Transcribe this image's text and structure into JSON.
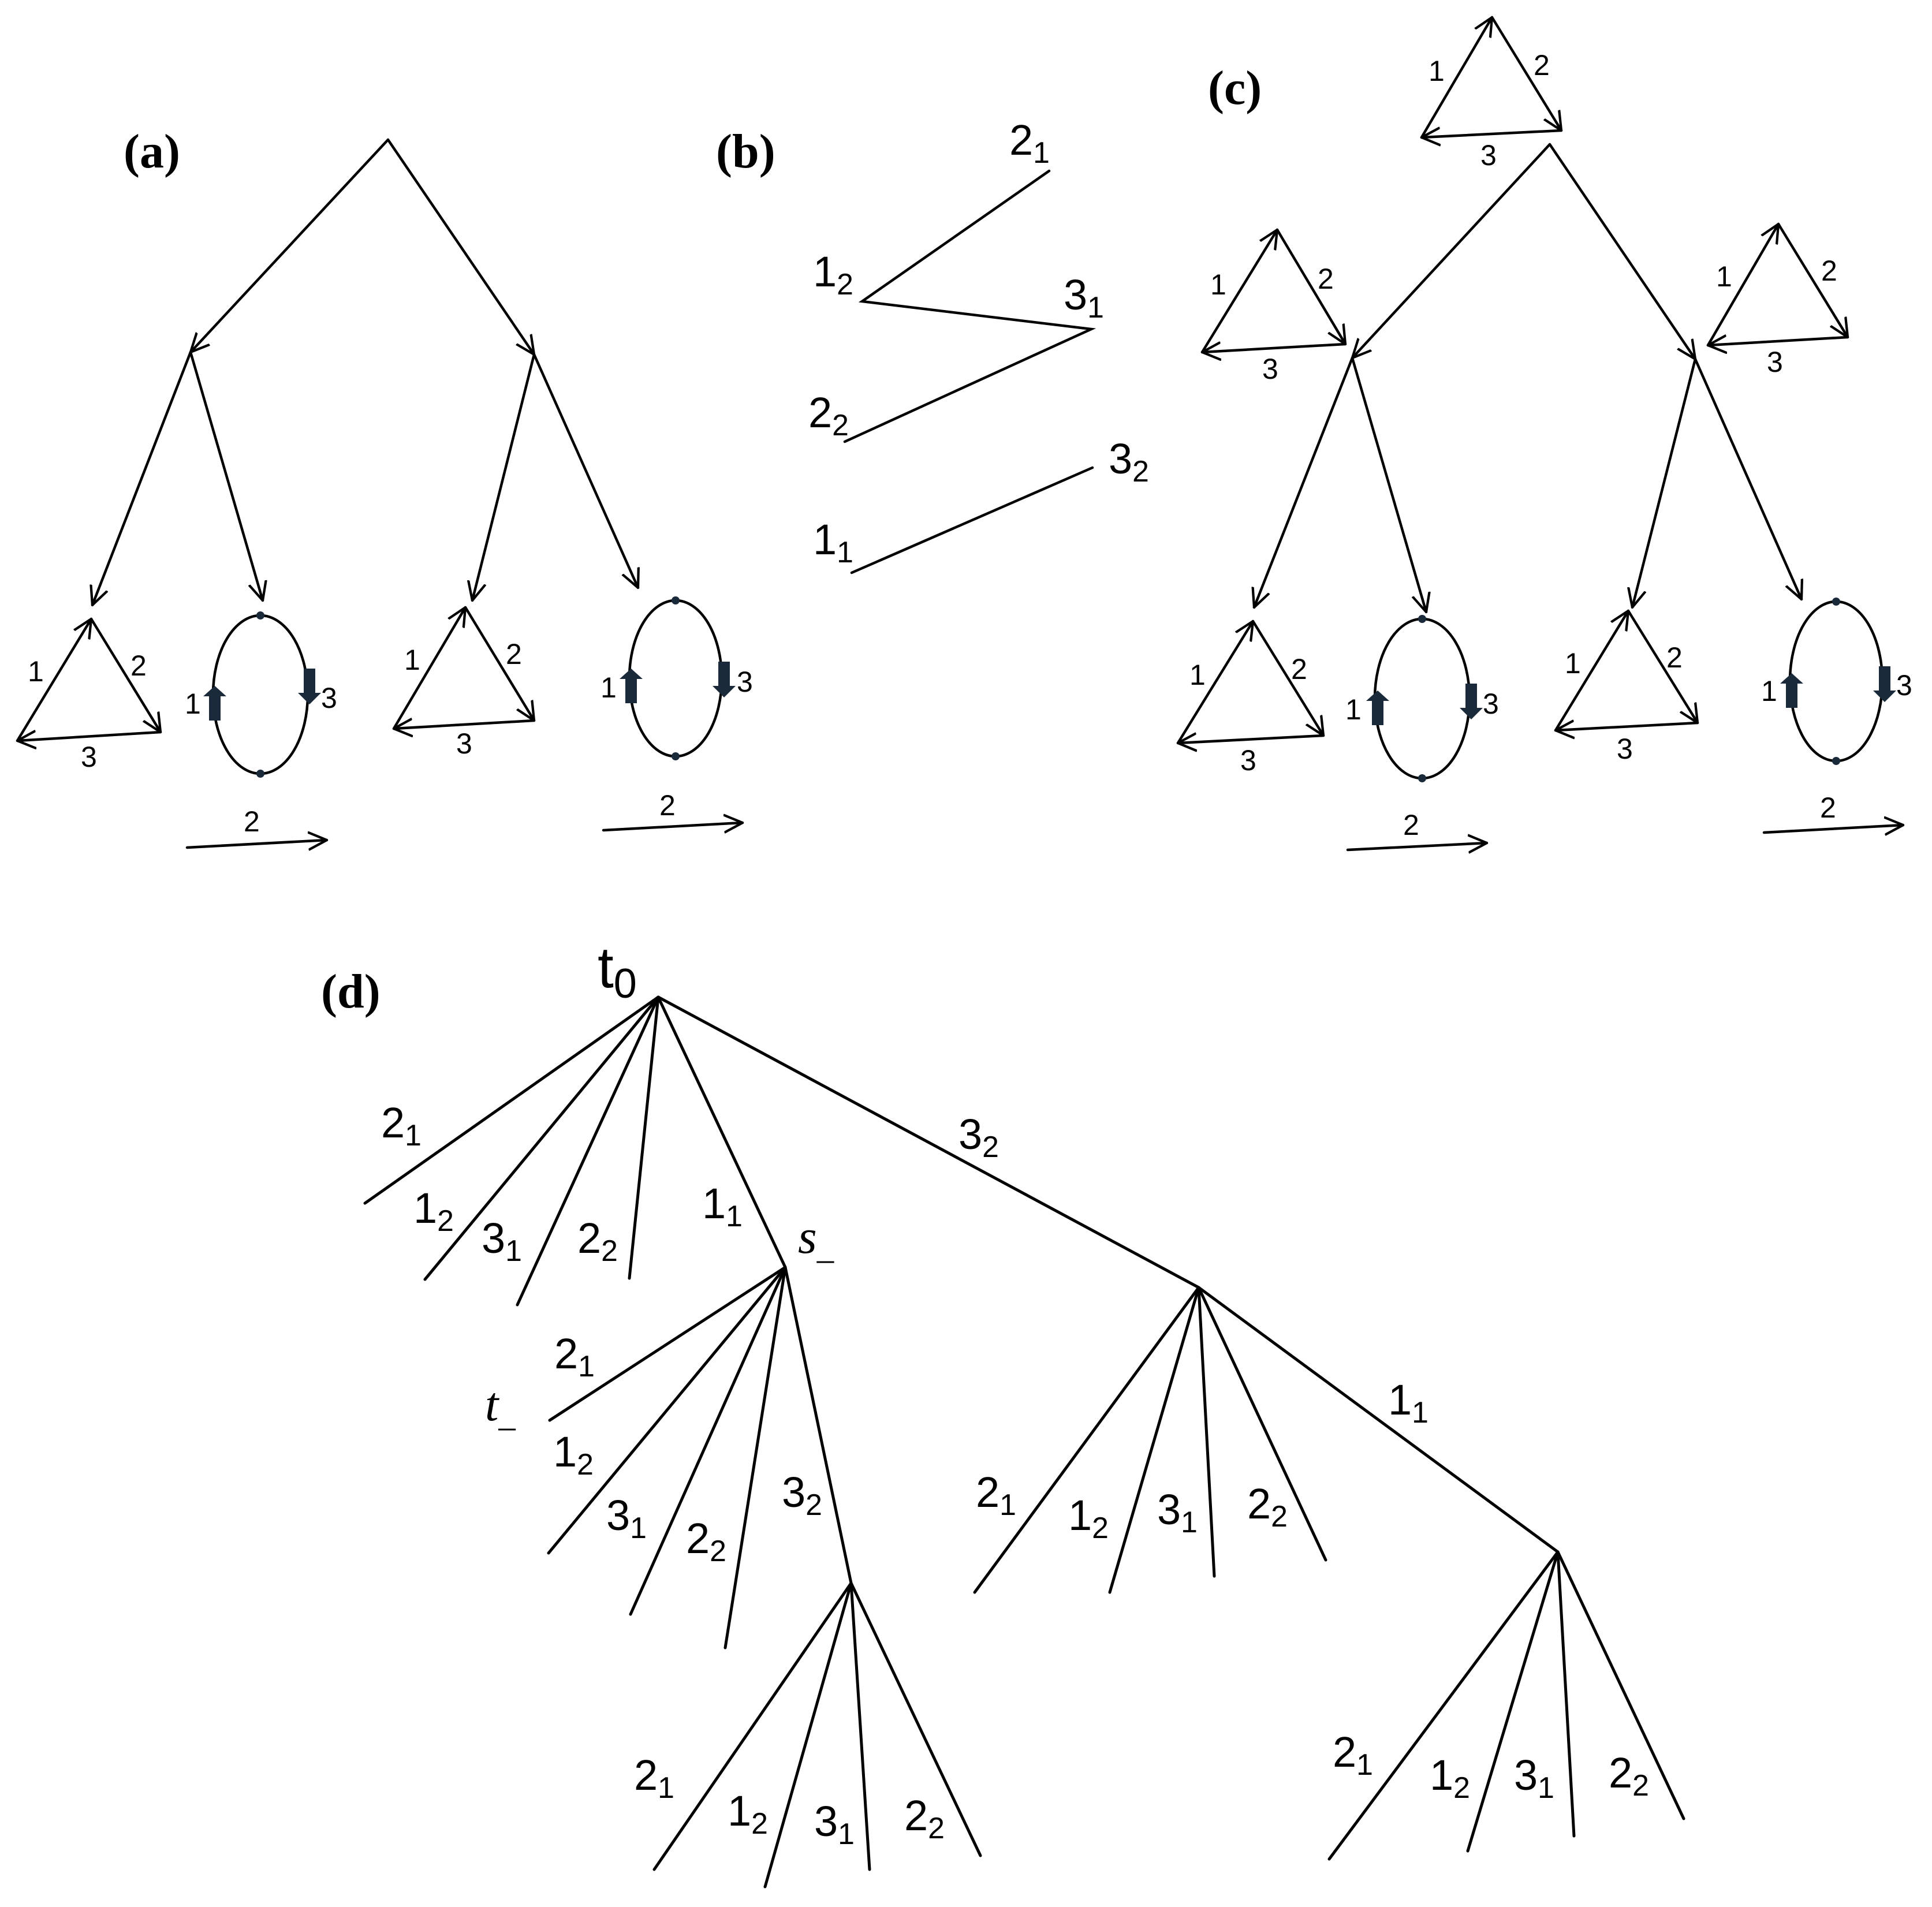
{
  "panels": {
    "a": {
      "label": "(a)"
    },
    "b": {
      "label": "(b)"
    },
    "c": {
      "label": "(c)"
    },
    "d": {
      "label": "(d)"
    }
  },
  "edge_labels": {
    "one": "1",
    "two": "2",
    "three": "3"
  },
  "sequence_b": [
    {
      "base": "2",
      "sub": "1"
    },
    {
      "base": "1",
      "sub": "2"
    },
    {
      "base": "3",
      "sub": "1"
    },
    {
      "base": "2",
      "sub": "2"
    },
    {
      "base": "3",
      "sub": "2"
    },
    {
      "base": "1",
      "sub": "1"
    }
  ],
  "tree_d": {
    "root": {
      "base": "t",
      "sub": "0"
    },
    "s_node": {
      "base": "s",
      "sub": "_"
    },
    "t_node": {
      "base": "t",
      "sub": "_"
    },
    "branch_labels": [
      {
        "base": "2",
        "sub": "1"
      },
      {
        "base": "1",
        "sub": "2"
      },
      {
        "base": "3",
        "sub": "1"
      },
      {
        "base": "2",
        "sub": "2"
      },
      {
        "base": "1",
        "sub": "1"
      },
      {
        "base": "3",
        "sub": "2"
      }
    ]
  }
}
